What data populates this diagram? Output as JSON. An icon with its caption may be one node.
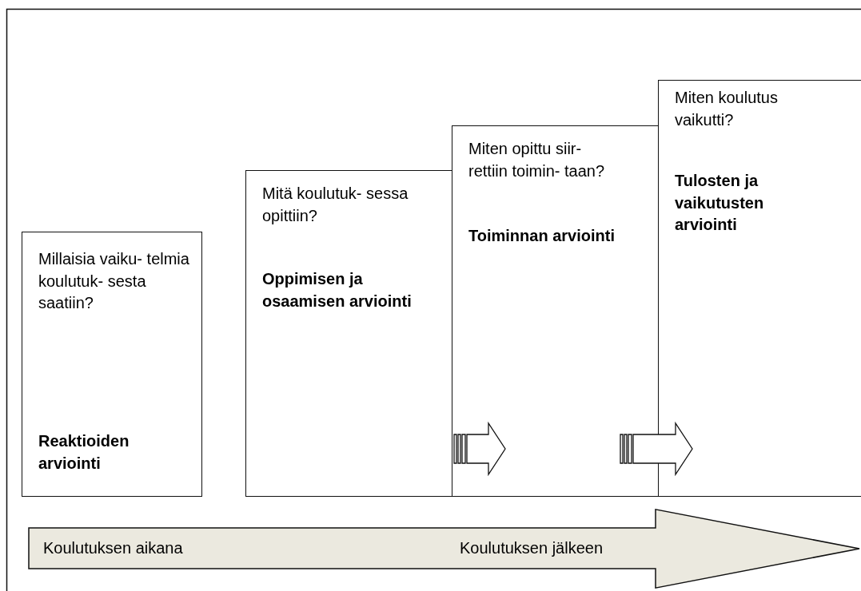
{
  "diagram": {
    "nodes": [
      {
        "text": [
          "Millaisia vaiku- telmia koulutuk- sesta saatiin?",
          "Reaktioiden arviointi"
        ]
      },
      {
        "text": [
          "Mitä koulutuk- sessa opittiin?",
          "Oppimisen ja osaamisen arviointi"
        ]
      },
      {
        "text": [
          "Miten opittu siir- rettiin toimin- taan?",
          "Toiminnan arviointi"
        ]
      },
      {
        "text": [
          "Miten koulutus vaikutti?",
          "Tulosten ja vaikutusten arviointi"
        ]
      },
      {
        "text": [
          "Koulutuksen aikana",
          "Koulutuksen jälkeen"
        ]
      }
    ],
    "edges": [
      {
        "from": 1,
        "to": 2,
        "arrow": "to"
      },
      {
        "from": 2,
        "to": 3,
        "arrow": "to"
      }
    ]
  }
}
